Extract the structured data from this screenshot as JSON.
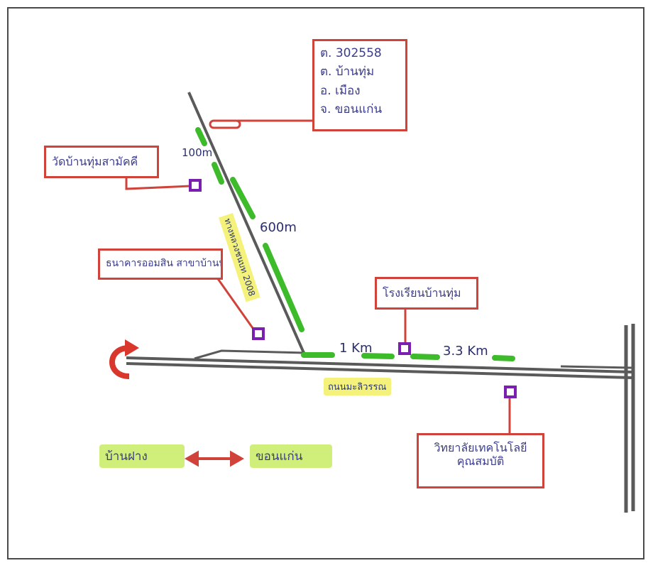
{
  "address_box": {
    "lines": [
      "ต. 302558",
      "ต. บ้านทุ่ม",
      "อ. เมือง",
      "จ. ขอนแก่น"
    ]
  },
  "landmarks": {
    "temple": "วัดบ้านทุ่มสามัคคี",
    "bank": "ธนาคารออมสิน สาขาบ้านทุ่ม",
    "school": "โรงเรียนบ้านทุ่ม",
    "college": [
      "วิทยาลัยเทคโนโลยี",
      "คุณสมบัติ"
    ]
  },
  "distances": {
    "d100": "100m",
    "d600": "600m",
    "d1km": "1 Km",
    "d33km": "3.3 Km"
  },
  "road_labels": {
    "side_road": "ทางหลวงชนบท 2008",
    "main_road": "ถนนมะลิวรรณ"
  },
  "legend": {
    "from": "บ้านฝาง",
    "to": "ขอนแก่น"
  },
  "colors": {
    "road": "#555555",
    "route": "#3dbb2a",
    "box_border": "#d0433a",
    "marker": "#7a1fb0",
    "u_turn": "#d9362c"
  }
}
